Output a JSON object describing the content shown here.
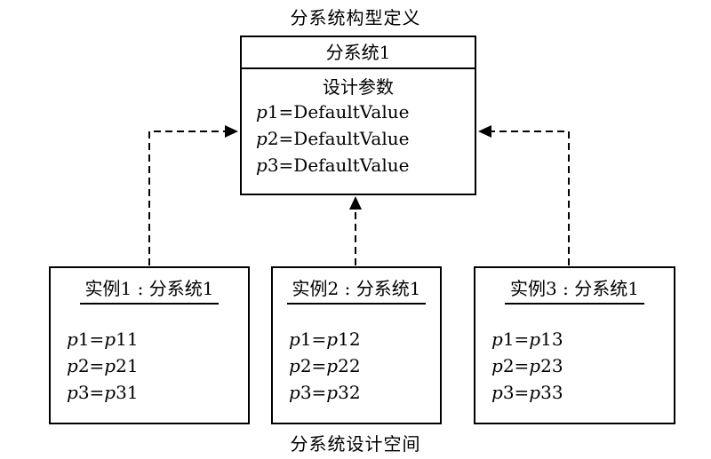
{
  "diagram": {
    "top_title": "分系统构型定义",
    "bottom_title": "分系统设计空间",
    "colors": {
      "line": "#000000",
      "background": "#ffffff"
    },
    "class_box": {
      "title": "分系统1",
      "section_title": "设计参数",
      "params": [
        "p1=DefaultValue",
        "p2=DefaultValue",
        "p3=DefaultValue"
      ]
    },
    "instances": [
      {
        "title": "实例1 : 分系统1",
        "params": [
          "p1=p11",
          "p2=p21",
          "p3=p31"
        ]
      },
      {
        "title": "实例2 : 分系统1",
        "params": [
          "p1=p12",
          "p2=p22",
          "p3=p32"
        ]
      },
      {
        "title": "实例3 : 分系统1",
        "params": [
          "p1=p13",
          "p2=p23",
          "p3=p33"
        ]
      }
    ]
  }
}
